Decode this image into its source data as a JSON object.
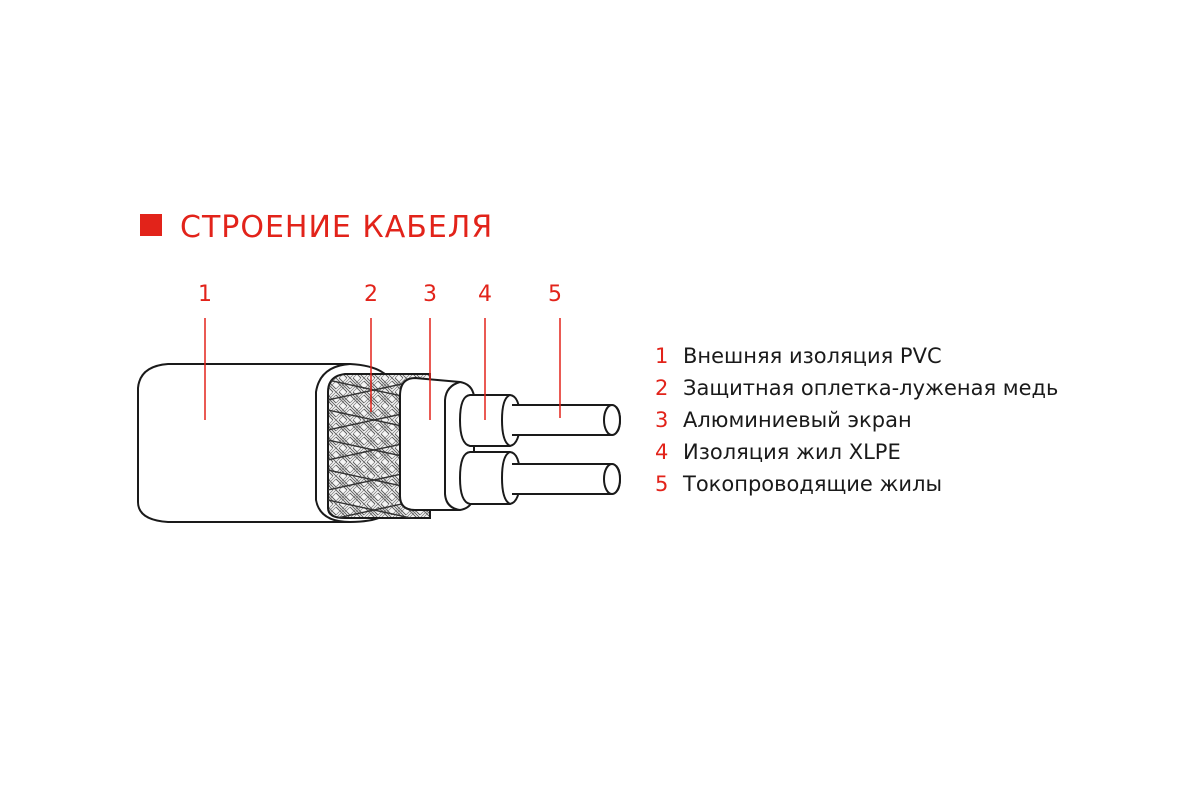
{
  "title": "СТРОЕНИЕ КАБЕЛЯ",
  "colors": {
    "accent": "#e2231a",
    "line": "#1a1a1a",
    "fill": "#ffffff"
  },
  "callouts": [
    {
      "num": "1",
      "text": "Внешняя изоляция PVC"
    },
    {
      "num": "2",
      "text": "Защитная оплетка-луженая медь"
    },
    {
      "num": "3",
      "text": "Алюминиевый экран"
    },
    {
      "num": "4",
      "text": "Изоляция жил XLPE"
    },
    {
      "num": "5",
      "text": "Токопроводящие жилы"
    }
  ]
}
